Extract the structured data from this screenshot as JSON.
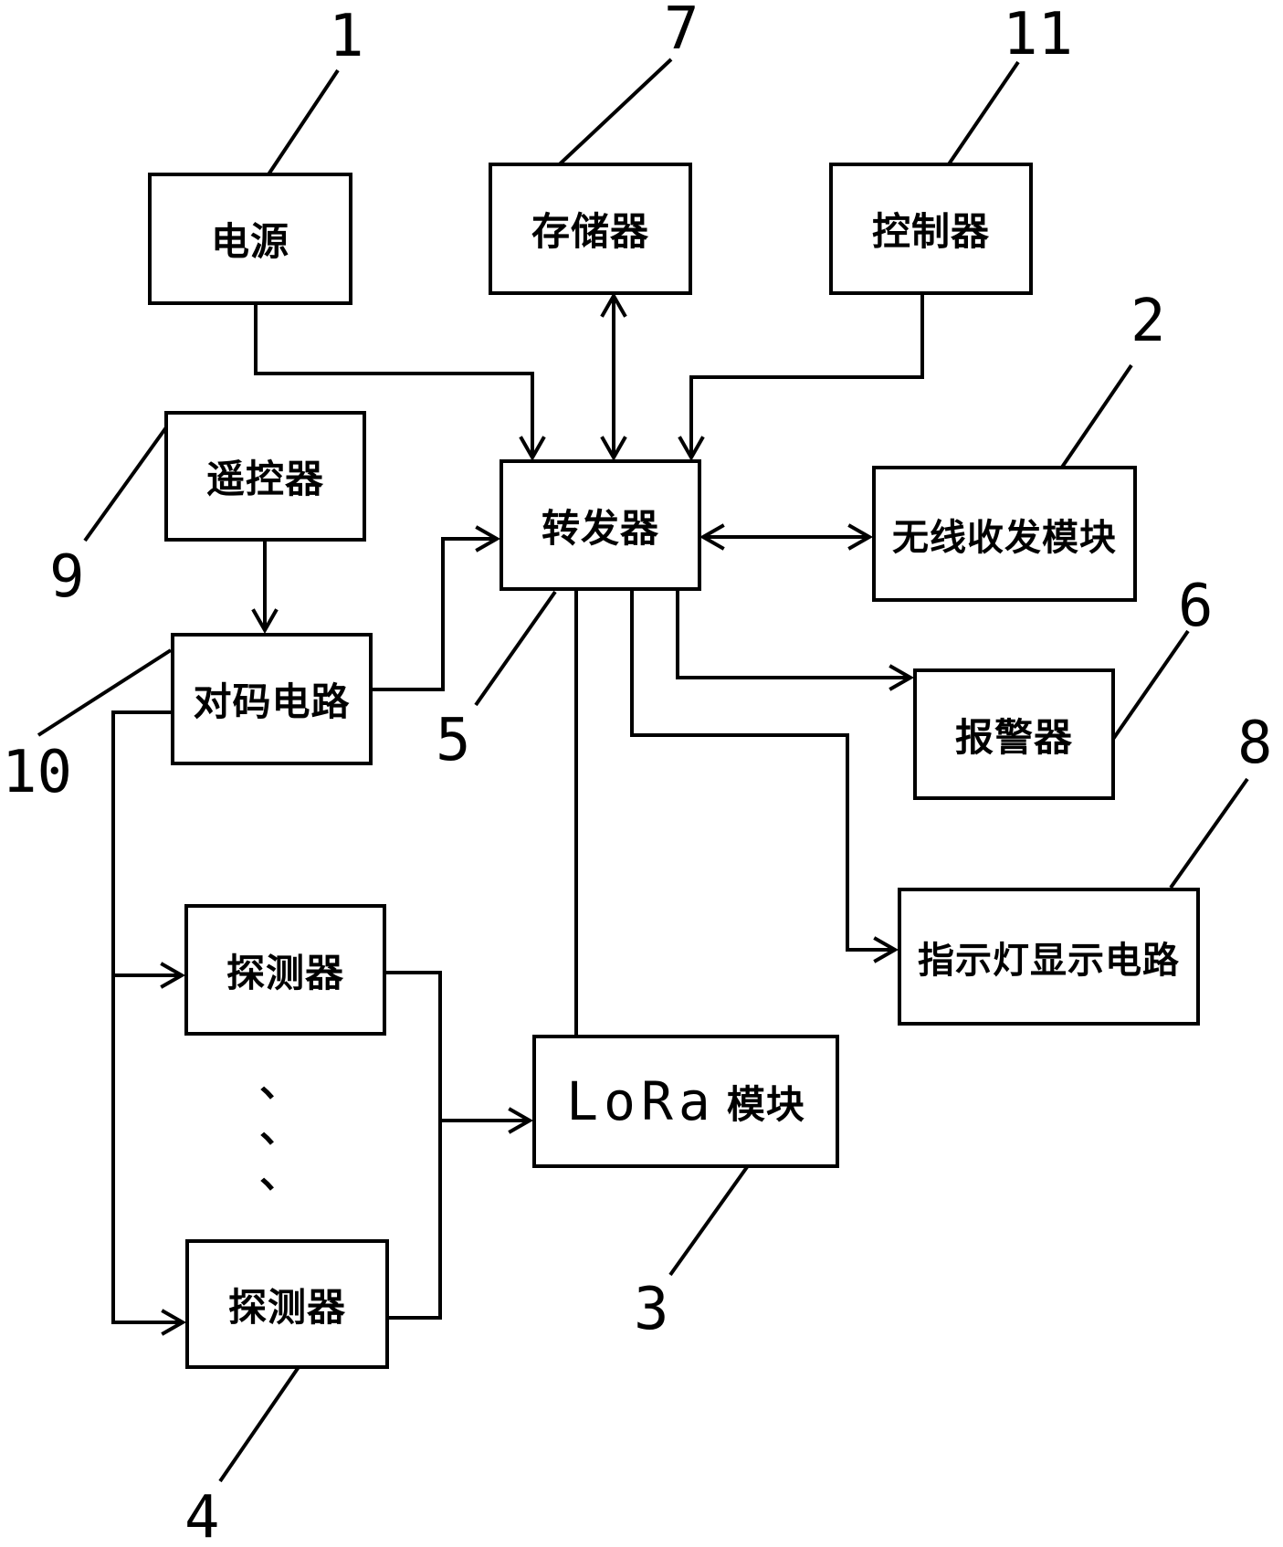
{
  "diagram": {
    "background": "#ffffff",
    "stroke_color": "#000000",
    "blocks": {
      "power": {
        "label": "电源",
        "ref": "1"
      },
      "memory": {
        "label": "存储器",
        "ref": "7"
      },
      "controller": {
        "label": "控制器",
        "ref": "11"
      },
      "repeater": {
        "label": "转发器",
        "ref": "5"
      },
      "wireless": {
        "label": "无线收发模块",
        "ref": "2"
      },
      "remote": {
        "label": "遥控器",
        "ref": "9"
      },
      "code_match": {
        "label": "对码电路",
        "ref": "10"
      },
      "alarm": {
        "label": "报警器",
        "ref": "6"
      },
      "indicator": {
        "label": "指示灯显示电路",
        "ref": "8"
      },
      "detector_top": {
        "label": "探测器",
        "ref": "4"
      },
      "detector_bottom": {
        "label": "探测器",
        "ref": "4"
      },
      "lora": {
        "label_latin": "LoRa",
        "label_cjk": "模块",
        "ref": "3"
      }
    },
    "refs": {
      "n1": "1",
      "n2": "2",
      "n3": "3",
      "n4": "4",
      "n5": "5",
      "n6": "6",
      "n7": "7",
      "n8": "8",
      "n9": "9",
      "n10": "10",
      "n11": "11"
    },
    "ellipsis_mark": "、"
  }
}
